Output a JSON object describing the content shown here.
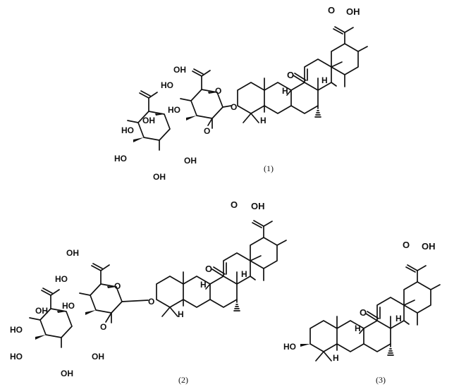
{
  "figure": {
    "captions": [
      "(1)",
      "(2)",
      "(3)"
    ],
    "labels": {
      "acid": "OH",
      "ketone": "O",
      "ring_oxygen": "O",
      "glycoside_oxygen": "O",
      "hydroxyl_left": "HO",
      "hydroxyl_right": "OH",
      "ho_prefix": "HO",
      "stereo_h": "H"
    }
  }
}
